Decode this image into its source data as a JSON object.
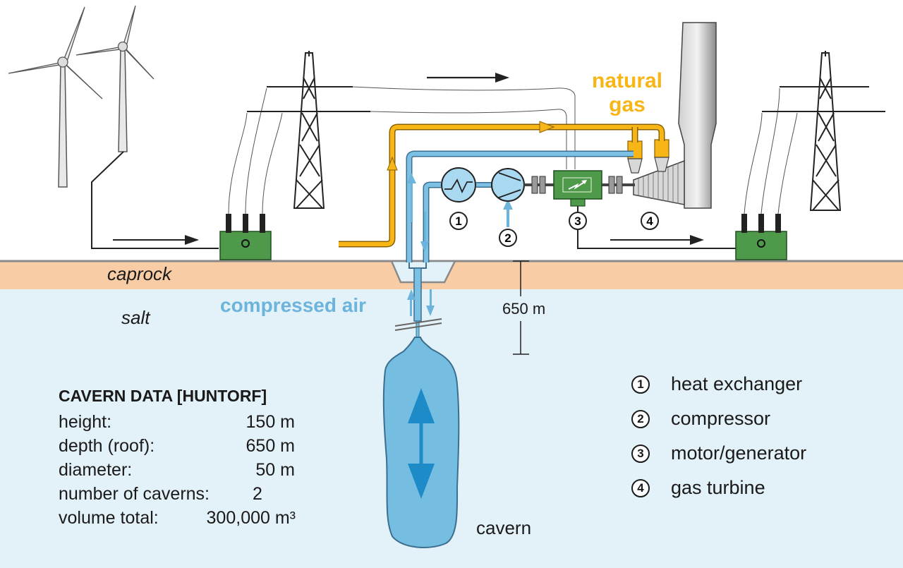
{
  "labels": {
    "natural_gas_line1": "natural",
    "natural_gas_line2": "gas",
    "caprock": "caprock",
    "salt": "salt",
    "compressed_air": "compressed air",
    "depth": "650 m",
    "cavern": "cavern"
  },
  "components": [
    {
      "number": "1",
      "name": "heat exchanger"
    },
    {
      "number": "2",
      "name": "compressor"
    },
    {
      "number": "3",
      "name": "motor/generator"
    },
    {
      "number": "4",
      "name": "gas turbine"
    }
  ],
  "cavern_data": {
    "heading": "CAVERN DATA [HUNTORF]",
    "rows": [
      {
        "key": "height:",
        "value": "150 m"
      },
      {
        "key": "depth (roof):",
        "value": "650 m"
      },
      {
        "key": "diameter:",
        "value": "50 m"
      },
      {
        "key": "number of caverns:",
        "value": "2"
      },
      {
        "key": "volume total:",
        "value": "300,000 m³"
      }
    ]
  },
  "colors": {
    "salt": "#e3f1f8",
    "caprock": "#f8cca4",
    "air_pipe": "#7cc1e4",
    "gas_pipe": "#f7b516",
    "label_gas": "#f7b516",
    "label_air": "#6cb4dc",
    "transformer": "#4e9a4a",
    "cavern": "#76bde2",
    "arrow_cavern": "#1d8bc8"
  },
  "icons": [
    "wind-turbine-icon",
    "power-pylon-icon",
    "transformer-icon",
    "heat-exchanger-icon",
    "compressor-icon",
    "motor-generator-icon",
    "gas-turbine-icon",
    "chimney-icon"
  ]
}
